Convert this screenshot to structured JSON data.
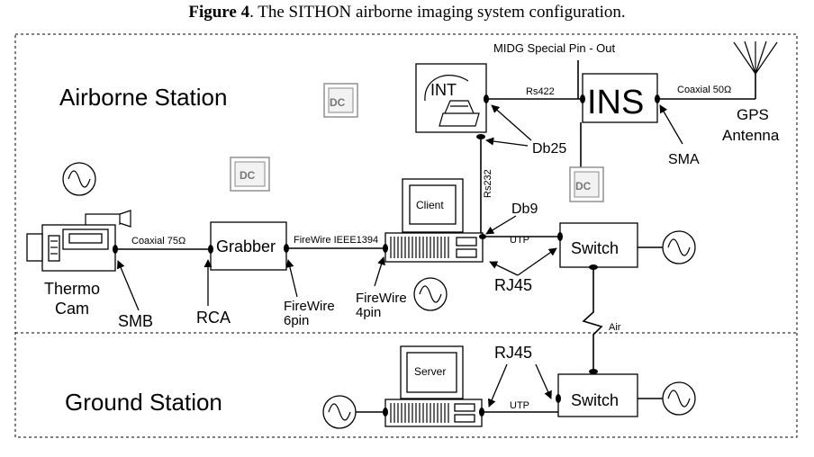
{
  "caption": {
    "prefix": "Figure 4",
    "text": ". The SITHON airborne imaging system configuration."
  },
  "stations": {
    "airborne": "Airborne Station",
    "ground": "Ground Station"
  },
  "devices": {
    "grabber": "Grabber",
    "int": "INT",
    "ins": "INS",
    "switch_air": "Switch",
    "switch_ground": "Switch",
    "client": "Client",
    "server": "Server",
    "dc": "DC"
  },
  "labels": {
    "midg": "MIDG Special Pin - Out",
    "rs422": "Rs422",
    "coax50": "Coaxial 50Ω",
    "gps_line1": "GPS",
    "gps_line2": "Antenna",
    "sma": "SMA",
    "db25": "Db25",
    "rs232": "Rs232",
    "db9": "Db9",
    "coax75": "Coaxial 75Ω",
    "firewire_ieee": "FireWire IEEE1394",
    "utp_air": "UTP",
    "utp_ground": "UTP",
    "thermo_line1": "Thermo",
    "thermo_line2": "Cam",
    "smb": "SMB",
    "rca": "RCA",
    "fw6_line1": "FireWire",
    "fw6_line2": "6pin",
    "fw4_line1": "FireWire",
    "fw4_line2": "4pin",
    "rj45_air": "RJ45",
    "rj45_ground": "RJ45",
    "air": "Air"
  }
}
